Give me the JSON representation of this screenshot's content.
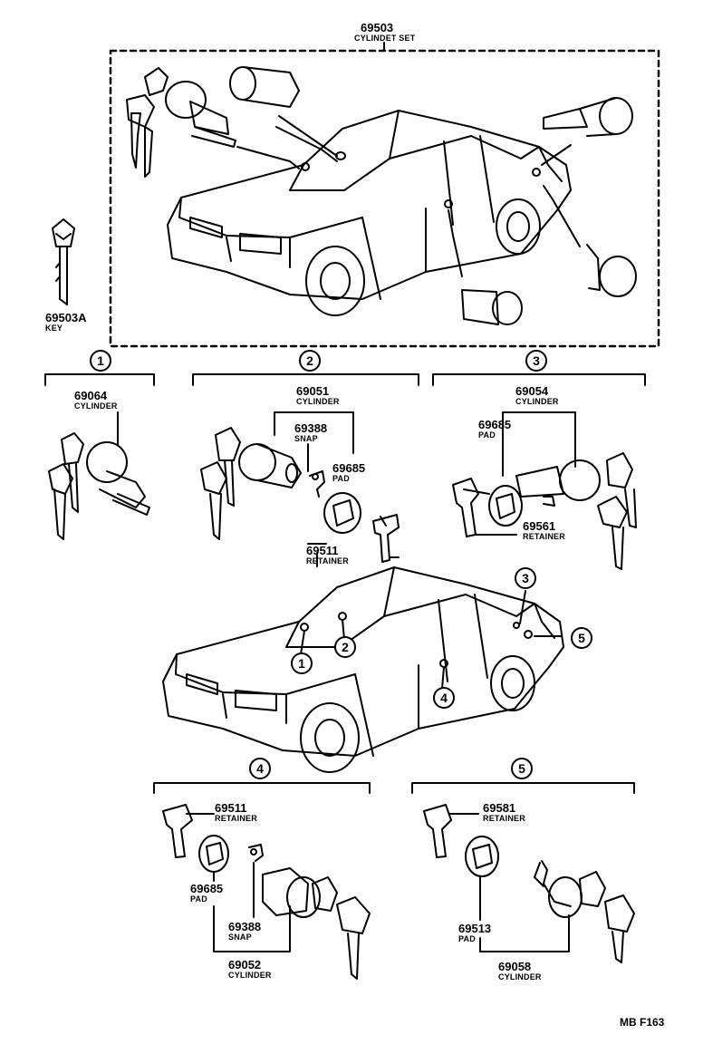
{
  "cylinder_set": {
    "part_no": "69503",
    "name": "CYLINDET SET"
  },
  "key": {
    "part_no": "69503A",
    "name": "KEY"
  },
  "groups": [
    {
      "no": "1",
      "parts": [
        {
          "part_no": "69064",
          "name": "CYLINDER"
        }
      ]
    },
    {
      "no": "2",
      "parts": [
        {
          "part_no": "69051",
          "name": "CYLINDER"
        },
        {
          "part_no": "69388",
          "name": "SNAP"
        },
        {
          "part_no": "69685",
          "name": "PAD"
        },
        {
          "part_no": "69511",
          "name": "RETAINER"
        }
      ]
    },
    {
      "no": "3",
      "parts": [
        {
          "part_no": "69054",
          "name": "CYLINDER"
        },
        {
          "part_no": "69685",
          "name": "PAD"
        },
        {
          "part_no": "69561",
          "name": "RETAINER"
        }
      ]
    },
    {
      "no": "4",
      "parts": [
        {
          "part_no": "69511",
          "name": "RETAINER"
        },
        {
          "part_no": "69685",
          "name": "PAD"
        },
        {
          "part_no": "69388",
          "name": "SNAP"
        },
        {
          "part_no": "69052",
          "name": "CYLINDER"
        }
      ]
    },
    {
      "no": "5",
      "parts": [
        {
          "part_no": "69581",
          "name": "RETAINER"
        },
        {
          "part_no": "69513",
          "name": "PAD"
        },
        {
          "part_no": "69058",
          "name": "CYLINDER"
        }
      ]
    }
  ],
  "car_callouts": [
    "1",
    "2",
    "3",
    "4",
    "5"
  ],
  "figure_code": "MB F163",
  "icons": [
    "car-icon",
    "key-icon",
    "lock-cylinder-icon",
    "retainer-icon",
    "pad-icon",
    "snap-icon"
  ]
}
